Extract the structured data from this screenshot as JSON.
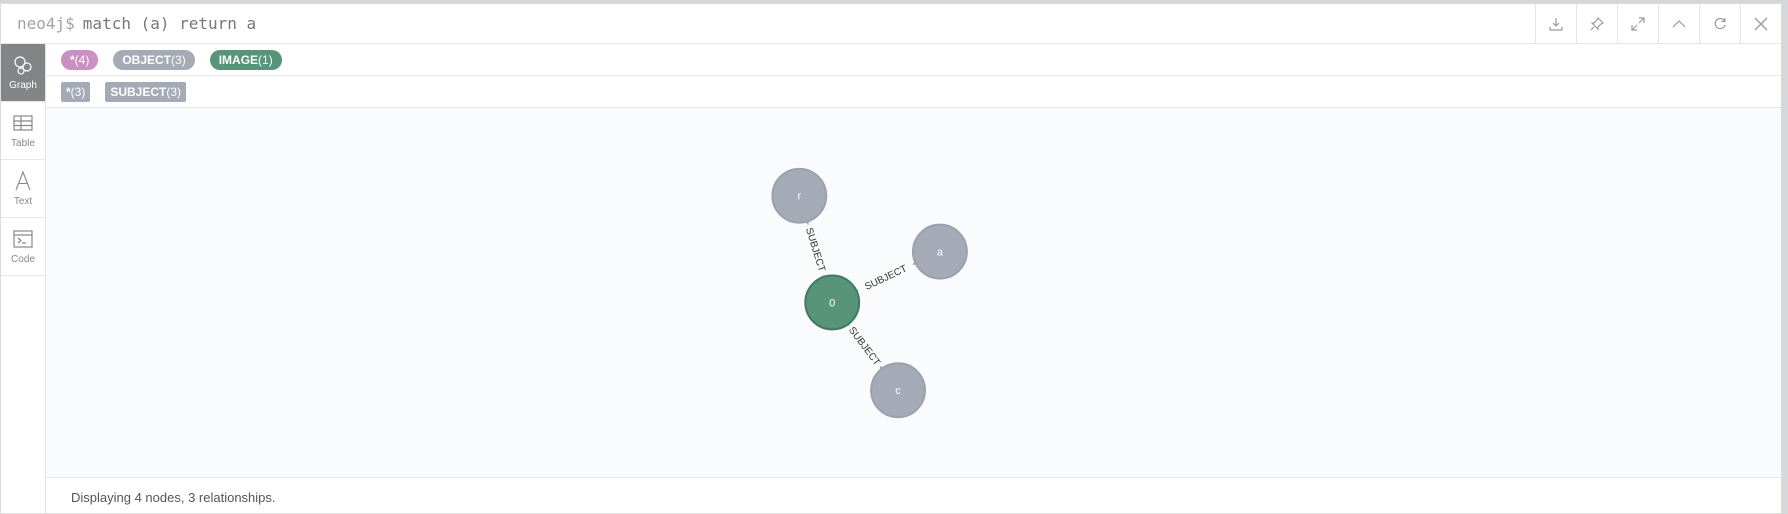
{
  "query": {
    "prompt": "neo4j$",
    "text": "match (a) return a"
  },
  "toolbar": [
    "download-icon",
    "pin-icon",
    "expand-icon",
    "collapse-icon",
    "refresh-icon",
    "close-icon"
  ],
  "sidebar": {
    "items": [
      {
        "label": "Graph",
        "icon": "graph-icon",
        "active": true
      },
      {
        "label": "Table",
        "icon": "table-icon",
        "active": false
      },
      {
        "label": "Text",
        "icon": "text-icon",
        "active": false
      },
      {
        "label": "Code",
        "icon": "code-icon",
        "active": false
      }
    ]
  },
  "labels": [
    {
      "name": "*",
      "count": "(4)",
      "color": "#c990c0"
    },
    {
      "name": "OBJECT",
      "count": "(3)",
      "color": "#a5abb6"
    },
    {
      "name": "IMAGE",
      "count": "(1)",
      "color": "#57947a"
    }
  ],
  "relationships": [
    {
      "name": "*",
      "count": "(3)",
      "color": "#a5abb6"
    },
    {
      "name": "SUBJECT",
      "count": "(3)",
      "color": "#a5abb6"
    }
  ],
  "graph": {
    "nodes": [
      {
        "id": "0",
        "caption": "0",
        "color": "#57947a",
        "stroke": "#3f7a61"
      },
      {
        "id": "r",
        "caption": "r",
        "color": "#a5abb6",
        "stroke": "#9aa1ac"
      },
      {
        "id": "a",
        "caption": "a",
        "color": "#a5abb6",
        "stroke": "#9aa1ac"
      },
      {
        "id": "c",
        "caption": "c",
        "color": "#a5abb6",
        "stroke": "#9aa1ac"
      }
    ],
    "edges": [
      {
        "from": "0",
        "to": "r",
        "label": "SUBJECT"
      },
      {
        "from": "0",
        "to": "a",
        "label": "SUBJECT"
      },
      {
        "from": "0",
        "to": "c",
        "label": "SUBJECT"
      }
    ]
  },
  "status": "Displaying 4 nodes, 3 relationships."
}
